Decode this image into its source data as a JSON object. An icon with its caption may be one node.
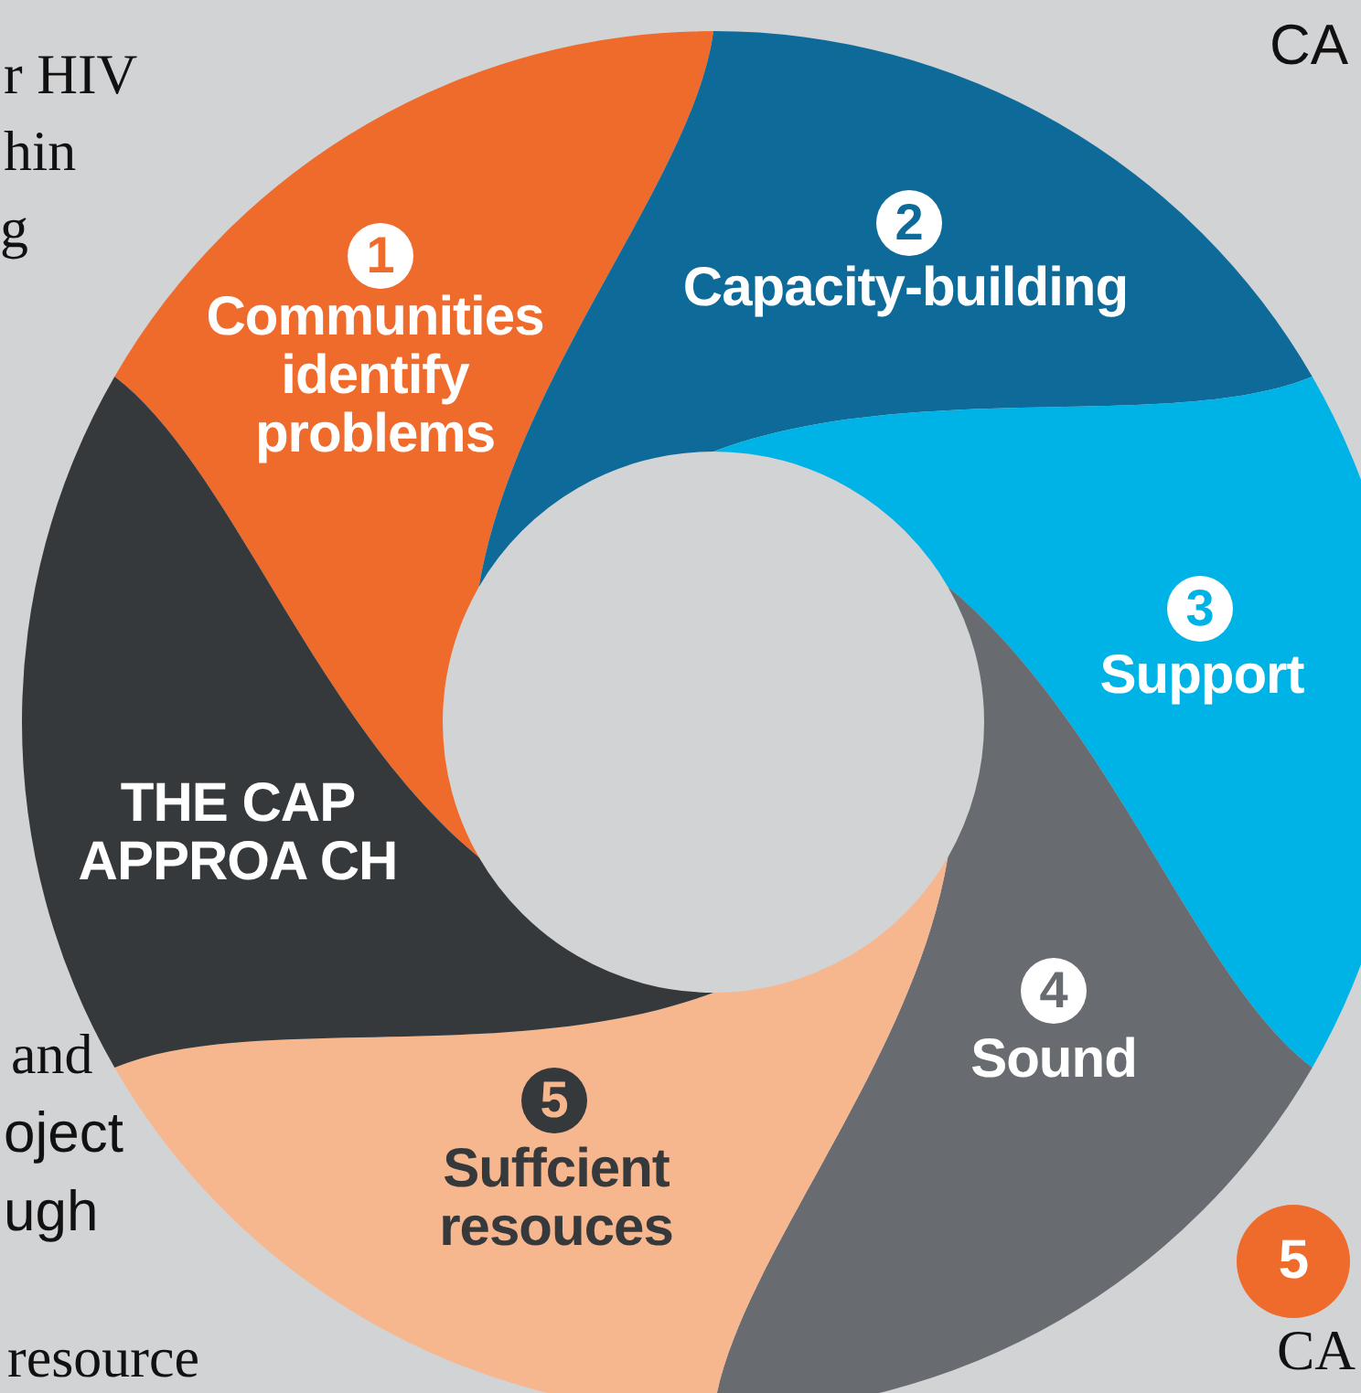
{
  "diagram": {
    "nodes": [
      {
        "text": [
          "1",
          "Communities identify problems"
        ]
      },
      {
        "text": [
          "2",
          "Capacity-building"
        ]
      },
      {
        "text": [
          "3",
          "Support"
        ]
      },
      {
        "text": [
          "4",
          "Sound"
        ]
      },
      {
        "text": [
          "5",
          "Suffcient resouces"
        ]
      },
      {
        "text": [
          "THE CAP APPROA CH"
        ]
      },
      {
        "text": [
          "5"
        ]
      }
    ],
    "labels": [
      "CA",
      "r HIV",
      "hin",
      "g",
      "and",
      "oject",
      "ugh",
      "resource",
      "CA"
    ]
  }
}
